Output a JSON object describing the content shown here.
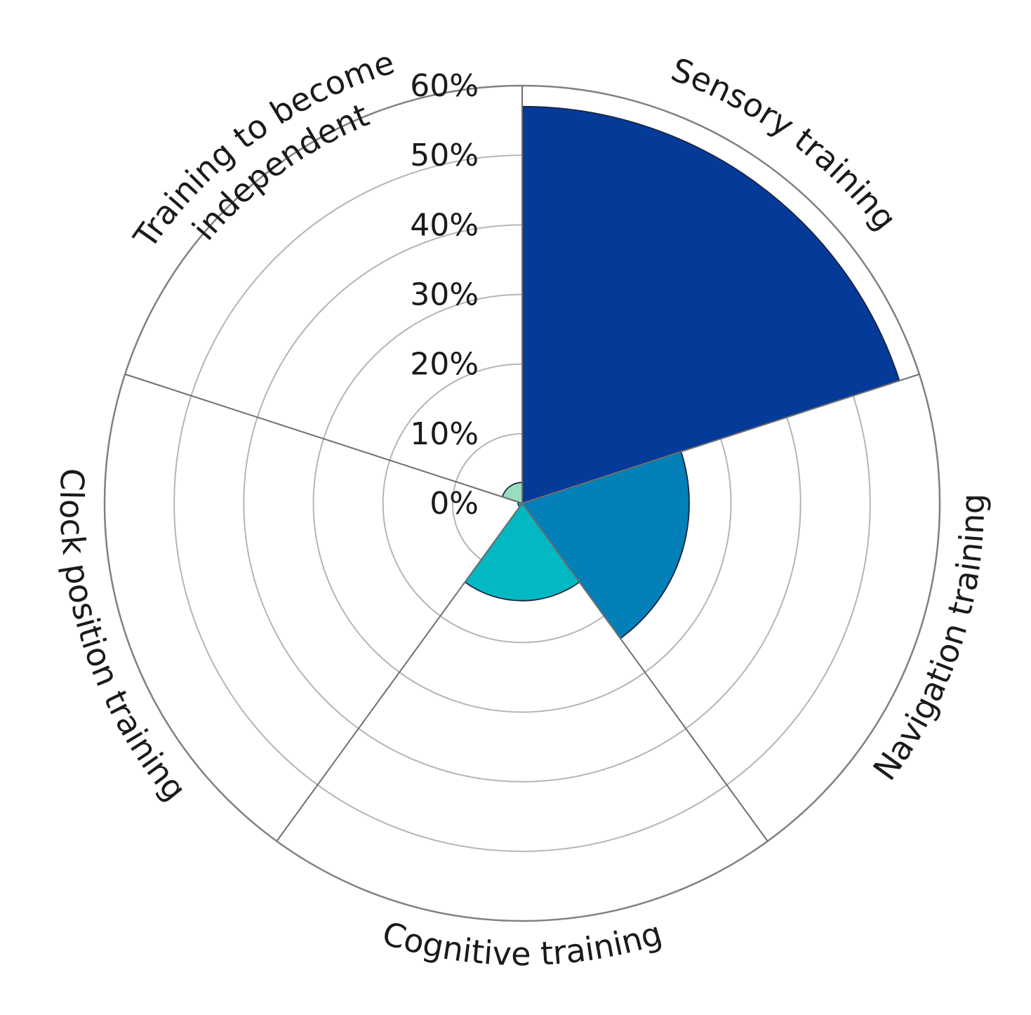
{
  "chart_data": {
    "type": "polar-area",
    "title": "",
    "rlim": [
      0,
      60
    ],
    "r_ticks": [
      "0%",
      "10%",
      "20%",
      "30%",
      "40%",
      "50%",
      "60%"
    ],
    "r_tick_values": [
      0,
      10,
      20,
      30,
      40,
      50,
      60
    ],
    "grid": true,
    "categories": [
      {
        "name": "Sensory training",
        "lines": [
          "Sensory training"
        ],
        "value": 57,
        "color": "#043b99"
      },
      {
        "name": "Navigation training",
        "lines": [
          "Navigation training"
        ],
        "value": 24,
        "color": "#0380b8"
      },
      {
        "name": "Cognitive training",
        "lines": [
          "Cognitive training"
        ],
        "value": 14,
        "color": "#02b8c2"
      },
      {
        "name": "Clock position training",
        "lines": [
          "Clock position training"
        ],
        "value": 0,
        "color": "#2db3a0"
      },
      {
        "name": "Training to become independent",
        "lines": [
          "Training to become",
          "independent"
        ],
        "value": 3,
        "color": "#9adcc0"
      }
    ]
  }
}
